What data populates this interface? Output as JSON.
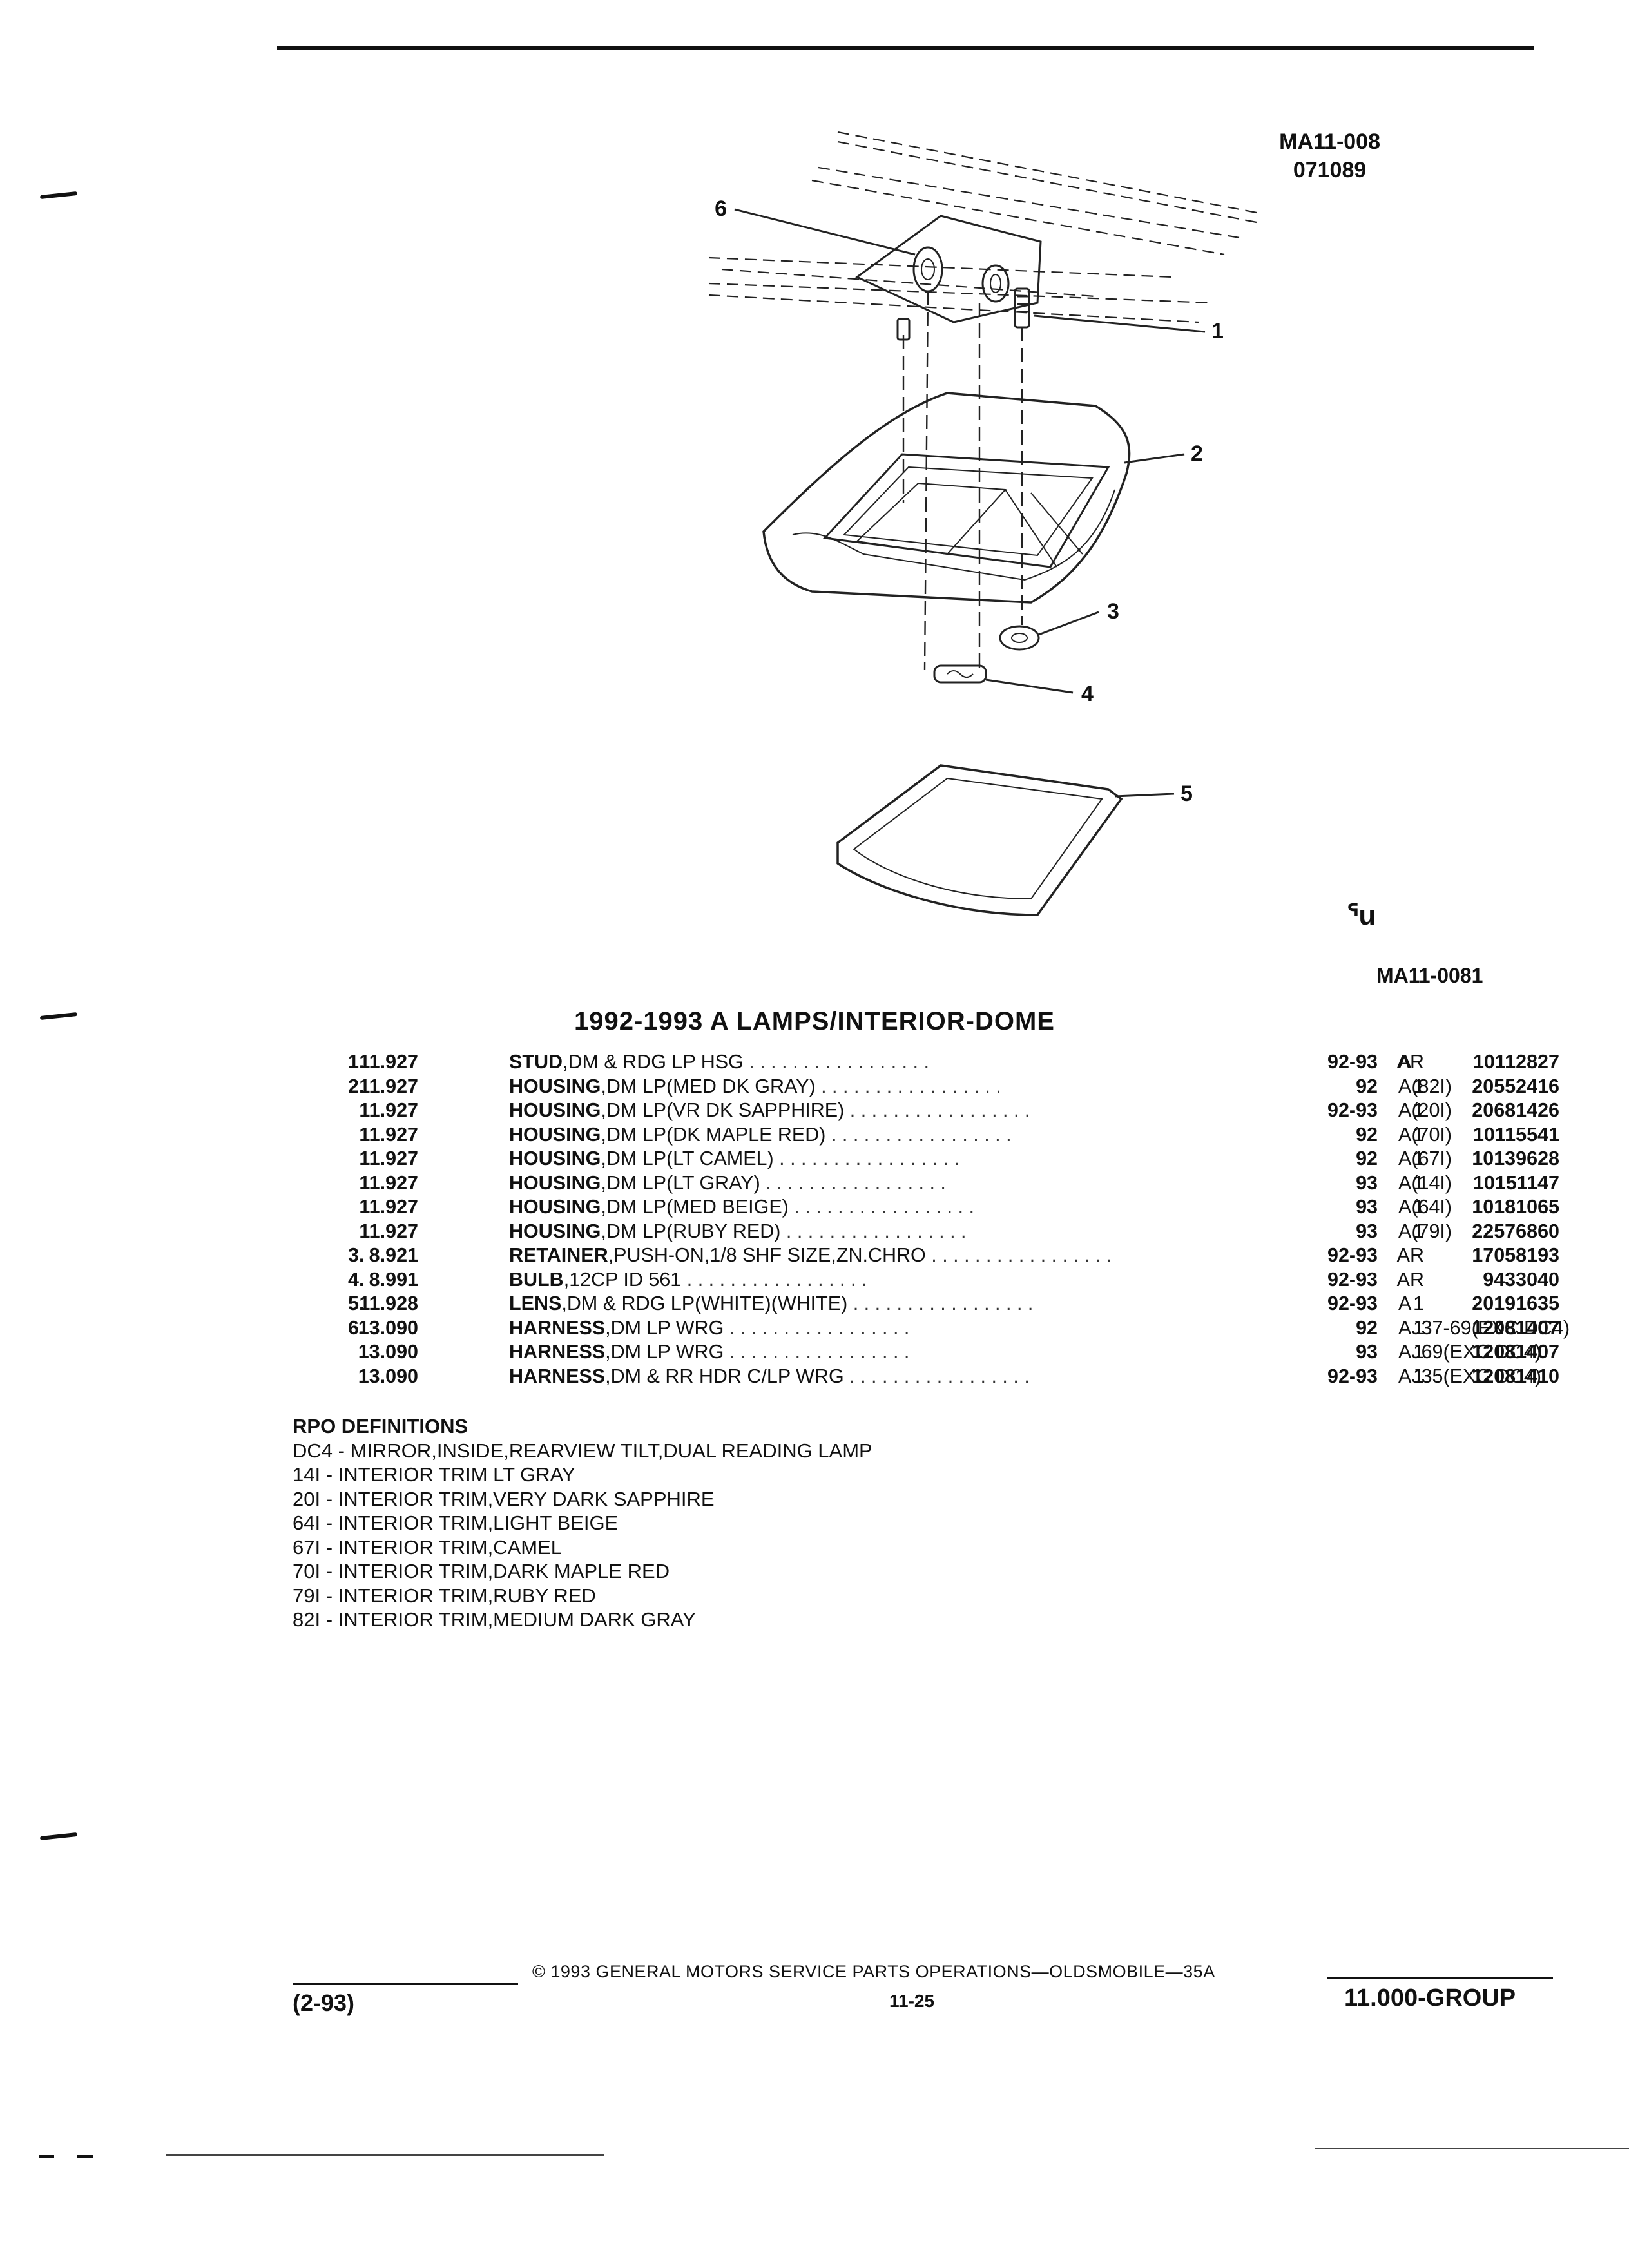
{
  "header": {
    "code_line1": "MA11-008",
    "code_line2": "071089"
  },
  "figure": {
    "code": "MA11-0081",
    "callouts": [
      "1",
      "2",
      "3",
      "4",
      "5",
      "6"
    ],
    "stamp": "ᕐu"
  },
  "section_title": "1992-1993 A LAMPS/INTERIOR-DOME",
  "parts": [
    {
      "idx": "1.",
      "grp": "11.927",
      "name": "STUD",
      "desc": ",DM & RDG LP HSG",
      "years": "92-93",
      "rpo": "A",
      "qty": "AR",
      "pn": "10112827"
    },
    {
      "idx": "2.",
      "grp": "11.927",
      "name": "HOUSING",
      "desc": ",DM LP(MED DK GRAY)",
      "years": "92",
      "rpo": "A(82I)",
      "qty": "1",
      "pn": "20552416"
    },
    {
      "idx": "",
      "grp": "11.927",
      "name": "HOUSING",
      "desc": ",DM LP(VR DK SAPPHIRE)",
      "years": "92-93",
      "rpo": "A(20I)",
      "qty": "1",
      "pn": "20681426"
    },
    {
      "idx": "",
      "grp": "11.927",
      "name": "HOUSING",
      "desc": ",DM LP(DK MAPLE RED)",
      "years": "92",
      "rpo": "A(70I)",
      "qty": "1",
      "pn": "10115541"
    },
    {
      "idx": "",
      "grp": "11.927",
      "name": "HOUSING",
      "desc": ",DM LP(LT CAMEL)",
      "years": "92",
      "rpo": "A(67I)",
      "qty": "1",
      "pn": "10139628"
    },
    {
      "idx": "",
      "grp": "11.927",
      "name": "HOUSING",
      "desc": ",DM LP(LT GRAY)",
      "years": "93",
      "rpo": "A(14I)",
      "qty": "1",
      "pn": "10151147"
    },
    {
      "idx": "",
      "grp": "11.927",
      "name": "HOUSING",
      "desc": ",DM LP(MED BEIGE)",
      "years": "93",
      "rpo": "A(64I)",
      "qty": "1",
      "pn": "10181065"
    },
    {
      "idx": "",
      "grp": "11.927",
      "name": "HOUSING",
      "desc": ",DM LP(RUBY RED)",
      "years": "93",
      "rpo": "A(79I)",
      "qty": "1",
      "pn": "22576860"
    },
    {
      "idx": "3.",
      "grp": "8.921",
      "name": "RETAINER",
      "desc": ",PUSH-ON,1/8 SHF SIZE,ZN.CHRO",
      "years": "92-93",
      "rpo": "",
      "qty": "AR",
      "pn": "17058193"
    },
    {
      "idx": "4.",
      "grp": "8.991",
      "name": "BULB",
      "desc": ",12CP ID 561",
      "years": "92-93",
      "rpo": "",
      "qty": "AR",
      "pn": "9433040"
    },
    {
      "idx": "5.",
      "grp": "11.928",
      "name": "LENS",
      "desc": ",DM & RDG LP(WHITE)(WHITE)",
      "years": "92-93",
      "rpo": "A",
      "qty": "1",
      "pn": "20191635"
    },
    {
      "idx": "6.",
      "grp": "13.090",
      "name": "HARNESS",
      "desc": ",DM LP WRG",
      "years": "92",
      "rpo": "AJ37-69(EXC DC4)",
      "qty": "1",
      "pn": "12081407"
    },
    {
      "idx": "",
      "grp": "13.090",
      "name": "HARNESS",
      "desc": ",DM LP WRG",
      "years": "93",
      "rpo": "AJ69(EXC DC4)",
      "qty": "1",
      "pn": "12081407"
    },
    {
      "idx": "",
      "grp": "13.090",
      "name": "HARNESS",
      "desc": ",DM & RR HDR C/LP WRG",
      "years": "92-93",
      "rpo": "AJ35(EXC DC4)",
      "qty": "1",
      "pn": "12081410"
    }
  ],
  "rpo_definitions": {
    "heading": "RPO DEFINITIONS",
    "items": [
      "DC4 - MIRROR,INSIDE,REARVIEW TILT,DUAL READING LAMP",
      "14I - INTERIOR TRIM LT GRAY",
      "20I - INTERIOR TRIM,VERY DARK SAPPHIRE",
      "64I - INTERIOR TRIM,LIGHT BEIGE",
      "67I - INTERIOR TRIM,CAMEL",
      "70I - INTERIOR TRIM,DARK MAPLE RED",
      "79I - INTERIOR TRIM,RUBY RED",
      "82I - INTERIOR TRIM,MEDIUM DARK GRAY"
    ]
  },
  "footer": {
    "copyright": "© 1993 GENERAL MOTORS SERVICE PARTS OPERATIONS—OLDSMOBILE—35A",
    "page": "11-25",
    "date": "(2-93)",
    "group": "11.000-GROUP"
  }
}
